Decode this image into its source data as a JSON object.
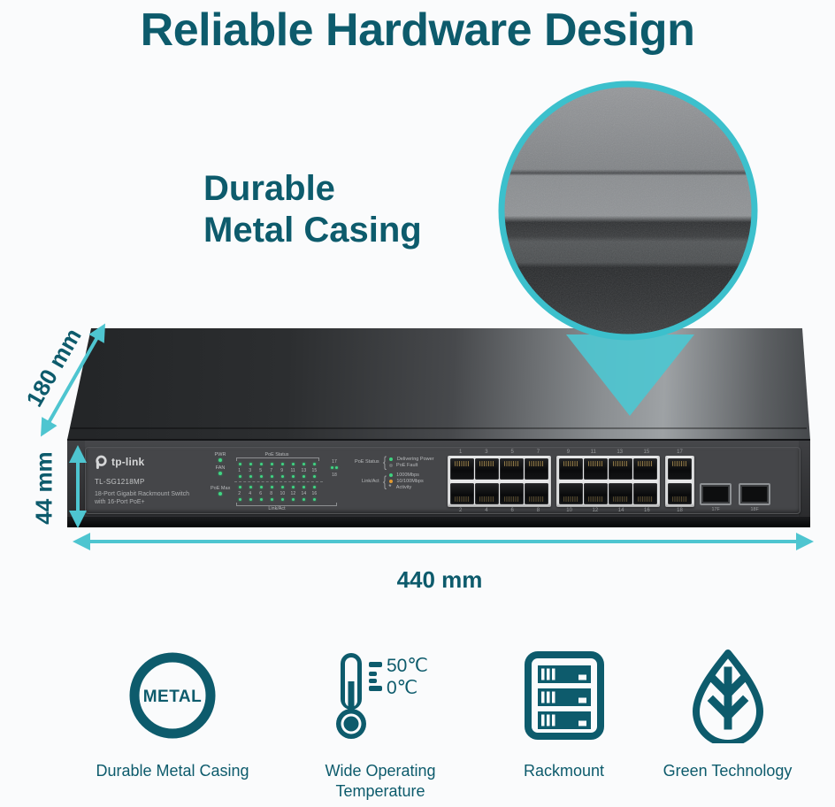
{
  "page": {
    "title": "Reliable Hardware Design"
  },
  "callout": {
    "line1": "Durable",
    "line2": "Metal Casing"
  },
  "dimensions": {
    "depth": "180 mm",
    "height": "44 mm",
    "width": "440 mm"
  },
  "colors": {
    "accent_dark": "#0d5b6c",
    "accent_light": "#4ec5d0",
    "magnifier_ring": "#3cc0cc",
    "led_green": "#3ed17e",
    "led_amber": "#e29a30"
  },
  "switch": {
    "brand": "tp-link",
    "model": "TL-SG1218MP",
    "description_line1": "18-Port Gigabit Rackmount Switch",
    "description_line2": "with 16-Port PoE+",
    "leds": {
      "pwr": "PWR",
      "fan": "FAN",
      "poe_max": "PoE Max",
      "poe_status": "PoE Status",
      "link_act": "Link/Act",
      "odd_ports": [
        "1",
        "3",
        "5",
        "7",
        "9",
        "11",
        "13",
        "15"
      ],
      "even_ports": [
        "2",
        "4",
        "6",
        "8",
        "10",
        "12",
        "14",
        "16"
      ],
      "uplink_top": "17",
      "uplink_bottom": "18"
    },
    "legend": {
      "poe_status_label": "PoE Status",
      "poe_items": [
        {
          "label": "Delivering Power",
          "type": "green"
        },
        {
          "label": "PoE Fault",
          "type": "off"
        }
      ],
      "link_label": "Link/Act",
      "link_items": [
        {
          "label": "1000Mbps",
          "type": "green"
        },
        {
          "label": "10/100Mbps",
          "type": "amber"
        },
        {
          "label": "Activity",
          "type": "activity"
        }
      ]
    },
    "port_groups": [
      {
        "top": [
          "1",
          "3",
          "5",
          "7"
        ],
        "bottom": [
          "2",
          "4",
          "6",
          "8"
        ]
      },
      {
        "top": [
          "9",
          "11",
          "13",
          "15"
        ],
        "bottom": [
          "10",
          "12",
          "14",
          "16"
        ]
      },
      {
        "top": [
          "17"
        ],
        "bottom": [
          "18"
        ]
      }
    ],
    "sfp": [
      {
        "label": "17F"
      },
      {
        "label": "18F"
      }
    ]
  },
  "features": [
    {
      "name": "metal",
      "label": "Durable Metal Casing",
      "icon_text": "METAL"
    },
    {
      "name": "temperature",
      "label": "Wide Operating Temperature",
      "temp_high": "50℃",
      "temp_low": "0℃"
    },
    {
      "name": "rackmount",
      "label": "Rackmount"
    },
    {
      "name": "green",
      "label": "Green Technology"
    }
  ]
}
